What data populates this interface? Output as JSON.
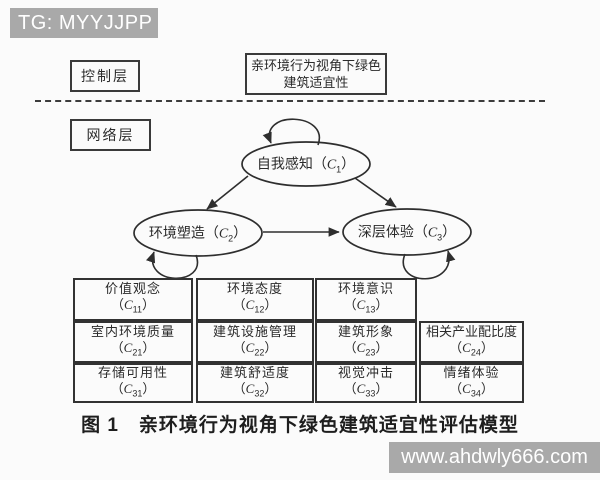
{
  "watermarks": {
    "top": "TG: MYYJJPP",
    "bottom": "www.ahdwly666.com",
    "bg_color": "#a9a9a9"
  },
  "layers": {
    "control_label": "控制层",
    "network_label": "网络层"
  },
  "goal_box": {
    "line1": "亲环境行为视角下绿色",
    "line2": "建筑适宜性"
  },
  "code": {
    "open": "（",
    "letter": "C",
    "close": "）"
  },
  "network_nodes": [
    {
      "label": "自我感知",
      "sub": "1"
    },
    {
      "label": "环境塑造",
      "sub": "2"
    },
    {
      "label": "深层体验",
      "sub": "3"
    }
  ],
  "criteria": [
    {
      "name": "价值观念",
      "sub": "11"
    },
    {
      "name": "环境态度",
      "sub": "12"
    },
    {
      "name": "环境意识",
      "sub": "13"
    },
    {
      "name": "室内环境质量",
      "sub": "21"
    },
    {
      "name": "建筑设施管理",
      "sub": "22"
    },
    {
      "name": "建筑形象",
      "sub": "23"
    },
    {
      "name": "相关产业配比度",
      "sub": "24"
    },
    {
      "name": "存储可用性",
      "sub": "31"
    },
    {
      "name": "建筑舒适度",
      "sub": "32"
    },
    {
      "name": "视觉冲击",
      "sub": "33"
    },
    {
      "name": "情绪体验",
      "sub": "34"
    }
  ],
  "caption": "图 1　亲环境行为视角下绿色建筑适宜性评估模型",
  "diagram": {
    "line_color": "#2e2e2e"
  }
}
